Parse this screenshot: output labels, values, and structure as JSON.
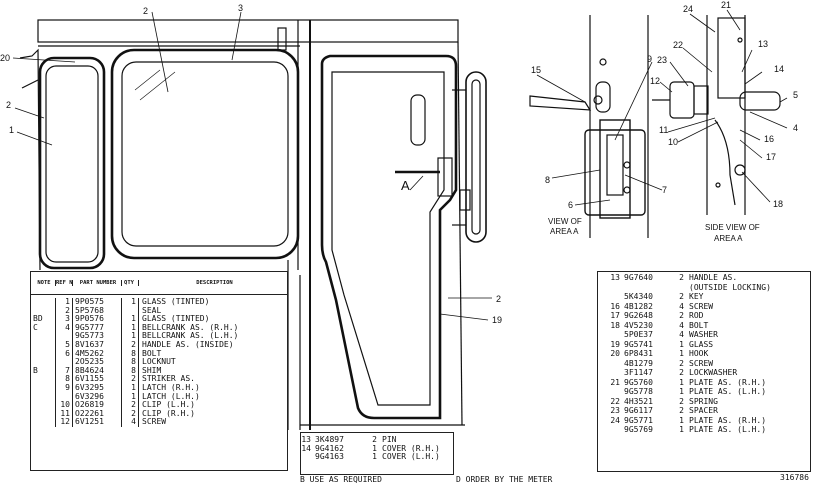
{
  "callouts": {
    "n1": "1",
    "n2a": "2",
    "n2b": "2",
    "n2c": "2",
    "n3": "3",
    "n19": "19",
    "n20": "20",
    "s15": "15",
    "s9": "9",
    "s8": "8",
    "s6": "6",
    "s7": "7",
    "d24": "24",
    "d21": "21",
    "d22": "22",
    "d23": "23",
    "d12": "12",
    "d13": "13",
    "d14": "14",
    "d5": "5",
    "d4": "4",
    "d11": "11",
    "d10": "10",
    "d16": "16",
    "d17": "17",
    "d18": "18",
    "areaA": "A"
  },
  "view_labels": {
    "area_a_line1": "VIEW OF",
    "area_a_line2": "AREA A",
    "side_view_line1": "SIDE VIEW OF",
    "side_view_line2": "AREA A"
  },
  "main_table": {
    "headers": {
      "note": "NOTE",
      "ref": "REF NO",
      "part": "PART NUMBER",
      "qty": "QTY",
      "desc": "DESCRIPTION"
    },
    "rows": [
      {
        "note": "",
        "ref": "1",
        "part": "9P0575",
        "qty": "1",
        "desc": "GLASS (TINTED)"
      },
      {
        "note": "",
        "ref": "2",
        "part": "5P5768",
        "qty": "",
        "desc": "SEAL"
      },
      {
        "note": "BD",
        "ref": "3",
        "part": "9P0576",
        "qty": "1",
        "desc": "GLASS (TINTED)"
      },
      {
        "note": "C",
        "ref": "4",
        "part": "9G5777",
        "qty": "1",
        "desc": "BELLCRANK AS. (R.H.)"
      },
      {
        "note": "",
        "ref": "",
        "part": "9G5773",
        "qty": "1",
        "desc": "BELLCRANK AS. (L.H.)"
      },
      {
        "note": "",
        "ref": "5",
        "part": "8V1637",
        "qty": "2",
        "desc": "HANDLE AS. (INSIDE)"
      },
      {
        "note": "",
        "ref": "6",
        "part": "4M5262",
        "qty": "8",
        "desc": "BOLT"
      },
      {
        "note": "",
        "ref": "",
        "part": "2O5235",
        "qty": "8",
        "desc": "LOCKNUT"
      },
      {
        "note": "B",
        "ref": "7",
        "part": "8B4624",
        "qty": "8",
        "desc": "SHIM"
      },
      {
        "note": "",
        "ref": "8",
        "part": "6V1155",
        "qty": "2",
        "desc": "STRIKER AS."
      },
      {
        "note": "",
        "ref": "9",
        "part": "6V3295",
        "qty": "1",
        "desc": "LATCH (R.H.)"
      },
      {
        "note": "",
        "ref": "",
        "part": "6V3296",
        "qty": "1",
        "desc": "LATCH (L.H.)"
      },
      {
        "note": "",
        "ref": "10",
        "part": "O26819",
        "qty": "2",
        "desc": "CLIP (L.H.)"
      },
      {
        "note": "",
        "ref": "11",
        "part": "O22261",
        "qty": "2",
        "desc": "CLIP (R.H.)"
      },
      {
        "note": "",
        "ref": "12",
        "part": "6V1251",
        "qty": "4",
        "desc": "SCREW"
      }
    ]
  },
  "small_table": {
    "rows": [
      {
        "ref": "13",
        "part": "3K4897",
        "qty": "2",
        "desc": "PIN"
      },
      {
        "ref": "14",
        "part": "9G4162",
        "qty": "1",
        "desc": "COVER (R.H.)"
      },
      {
        "ref": "",
        "part": "9G4163",
        "qty": "1",
        "desc": "COVER (L.H.)"
      }
    ]
  },
  "right_table": {
    "rows": [
      {
        "ref": "13",
        "part": "9G7640",
        "qty": "2",
        "desc": "HANDLE AS."
      },
      {
        "ref": "",
        "part": "",
        "qty": "",
        "desc": "(OUTSIDE LOCKING)"
      },
      {
        "ref": "",
        "part": "5K4340",
        "qty": "2",
        "desc": "KEY"
      },
      {
        "ref": "16",
        "part": "4B1282",
        "qty": "4",
        "desc": "SCREW"
      },
      {
        "ref": "17",
        "part": "9G2648",
        "qty": "2",
        "desc": "ROD"
      },
      {
        "ref": "18",
        "part": "4V5230",
        "qty": "4",
        "desc": "BOLT"
      },
      {
        "ref": "",
        "part": "5P0E37",
        "qty": "4",
        "desc": "WASHER"
      },
      {
        "ref": "19",
        "part": "9G5741",
        "qty": "1",
        "desc": "GLASS"
      },
      {
        "ref": "20",
        "part": "6P8431",
        "qty": "1",
        "desc": "HOOK"
      },
      {
        "ref": "",
        "part": "4B1279",
        "qty": "2",
        "desc": "SCREW"
      },
      {
        "ref": "",
        "part": "3F1147",
        "qty": "2",
        "desc": "LOCKWASHER"
      },
      {
        "ref": "21",
        "part": "9G5760",
        "qty": "1",
        "desc": "PLATE AS. (R.H.)"
      },
      {
        "ref": "",
        "part": "9G5778",
        "qty": "1",
        "desc": "PLATE AS. (L.H.)"
      },
      {
        "ref": "22",
        "part": "4H3521",
        "qty": "2",
        "desc": "SPRING"
      },
      {
        "ref": "23",
        "part": "9G6117",
        "qty": "2",
        "desc": "SPACER"
      },
      {
        "ref": "24",
        "part": "9G5771",
        "qty": "1",
        "desc": "PLATE AS. (R.H.)"
      },
      {
        "ref": "",
        "part": "9G5769",
        "qty": "1",
        "desc": "PLATE AS. (L.H.)"
      }
    ]
  },
  "footnotes": {
    "b": "B  USE AS REQUIRED",
    "d": "D  ORDER BY THE METER",
    "figure_number": "316786"
  }
}
